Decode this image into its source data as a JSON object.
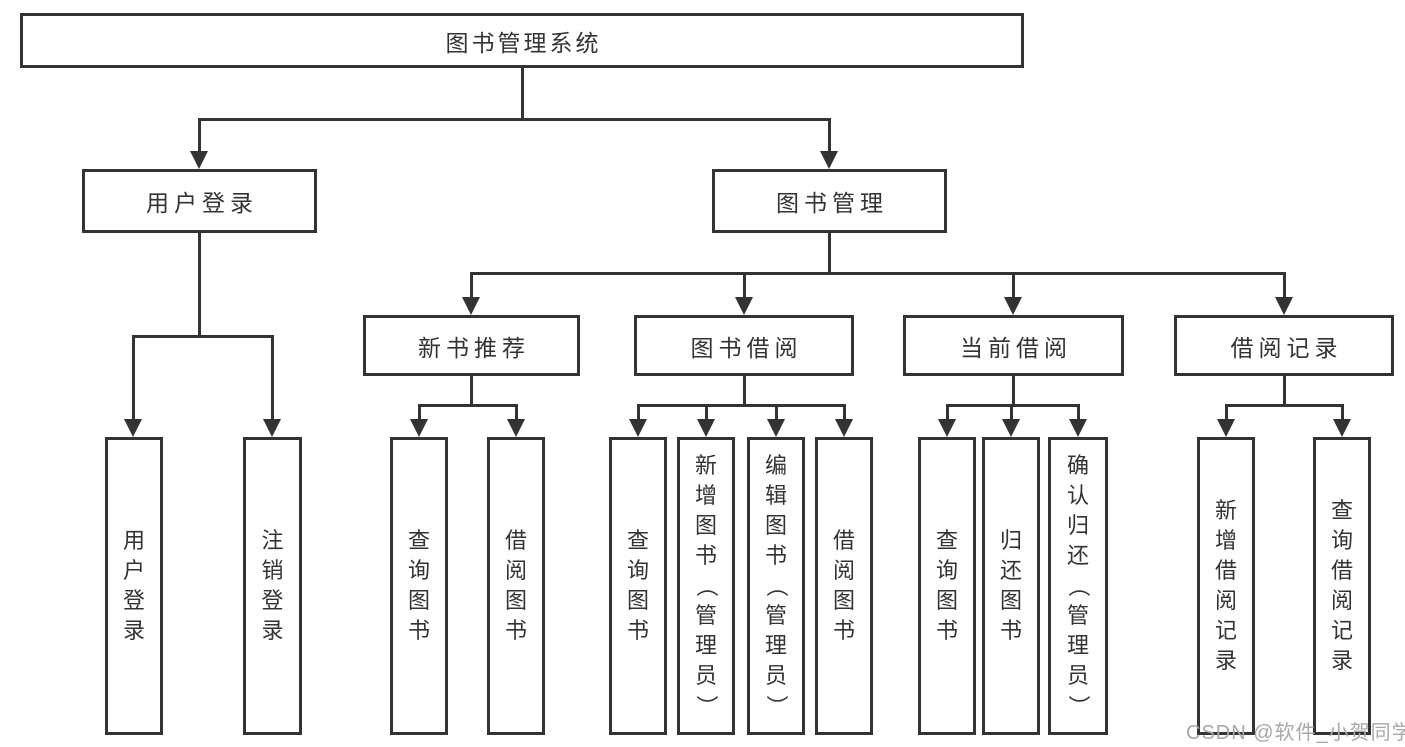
{
  "diagram": {
    "tree": {
      "root": "图书管理系统",
      "branches": [
        {
          "label": "用户登录",
          "children": [
            {
              "label": "用户登录"
            },
            {
              "label": "注销登录"
            }
          ]
        },
        {
          "label": "图书管理",
          "children": [
            {
              "label": "新书推荐",
              "children": [
                {
                  "label": "查询图书"
                },
                {
                  "label": "借阅图书"
                }
              ]
            },
            {
              "label": "图书借阅",
              "children": [
                {
                  "label": "查询图书"
                },
                {
                  "label": "新增图书（管理员）"
                },
                {
                  "label": "编辑图书（管理员）"
                },
                {
                  "label": "借阅图书"
                }
              ]
            },
            {
              "label": "当前借阅",
              "children": [
                {
                  "label": "查询图书"
                },
                {
                  "label": "归还图书"
                },
                {
                  "label": "确认归还（管理员）"
                }
              ]
            },
            {
              "label": "借阅记录",
              "children": [
                {
                  "label": "新增借阅记录"
                },
                {
                  "label": "查询借阅记录"
                }
              ]
            }
          ]
        }
      ]
    },
    "watermark": "CSDN @软件_小贺同学",
    "colors": {
      "line": "#333333",
      "text": "#333333",
      "watermark": "#a9a9a9",
      "background": "#ffffff"
    }
  }
}
